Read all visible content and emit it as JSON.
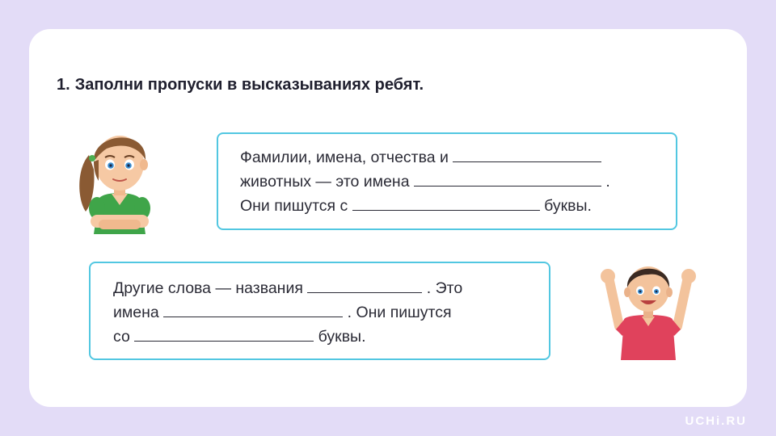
{
  "task": {
    "number": "1.",
    "title": "Заполни пропуски в высказываниях ребят."
  },
  "girl_bubble": {
    "line1": "Фамилии, имена, отчества и",
    "line2": "животных — это имена",
    "line2_end": ".",
    "line3": "Они пишутся с",
    "line3_end": "буквы."
  },
  "boy_bubble": {
    "line1": "Другие слова — названия",
    "line1_end": ". Это",
    "line2": "имена",
    "line2_end": ". Они пишутся",
    "line3": "со",
    "line3_end": "буквы."
  },
  "watermark": "UCHi.RU",
  "colors": {
    "background": "#e3dcf7",
    "card": "#ffffff",
    "bubble_border": "#52c7e1",
    "text": "#2b2b36"
  },
  "characters": [
    "girl-illustration",
    "boy-illustration"
  ]
}
